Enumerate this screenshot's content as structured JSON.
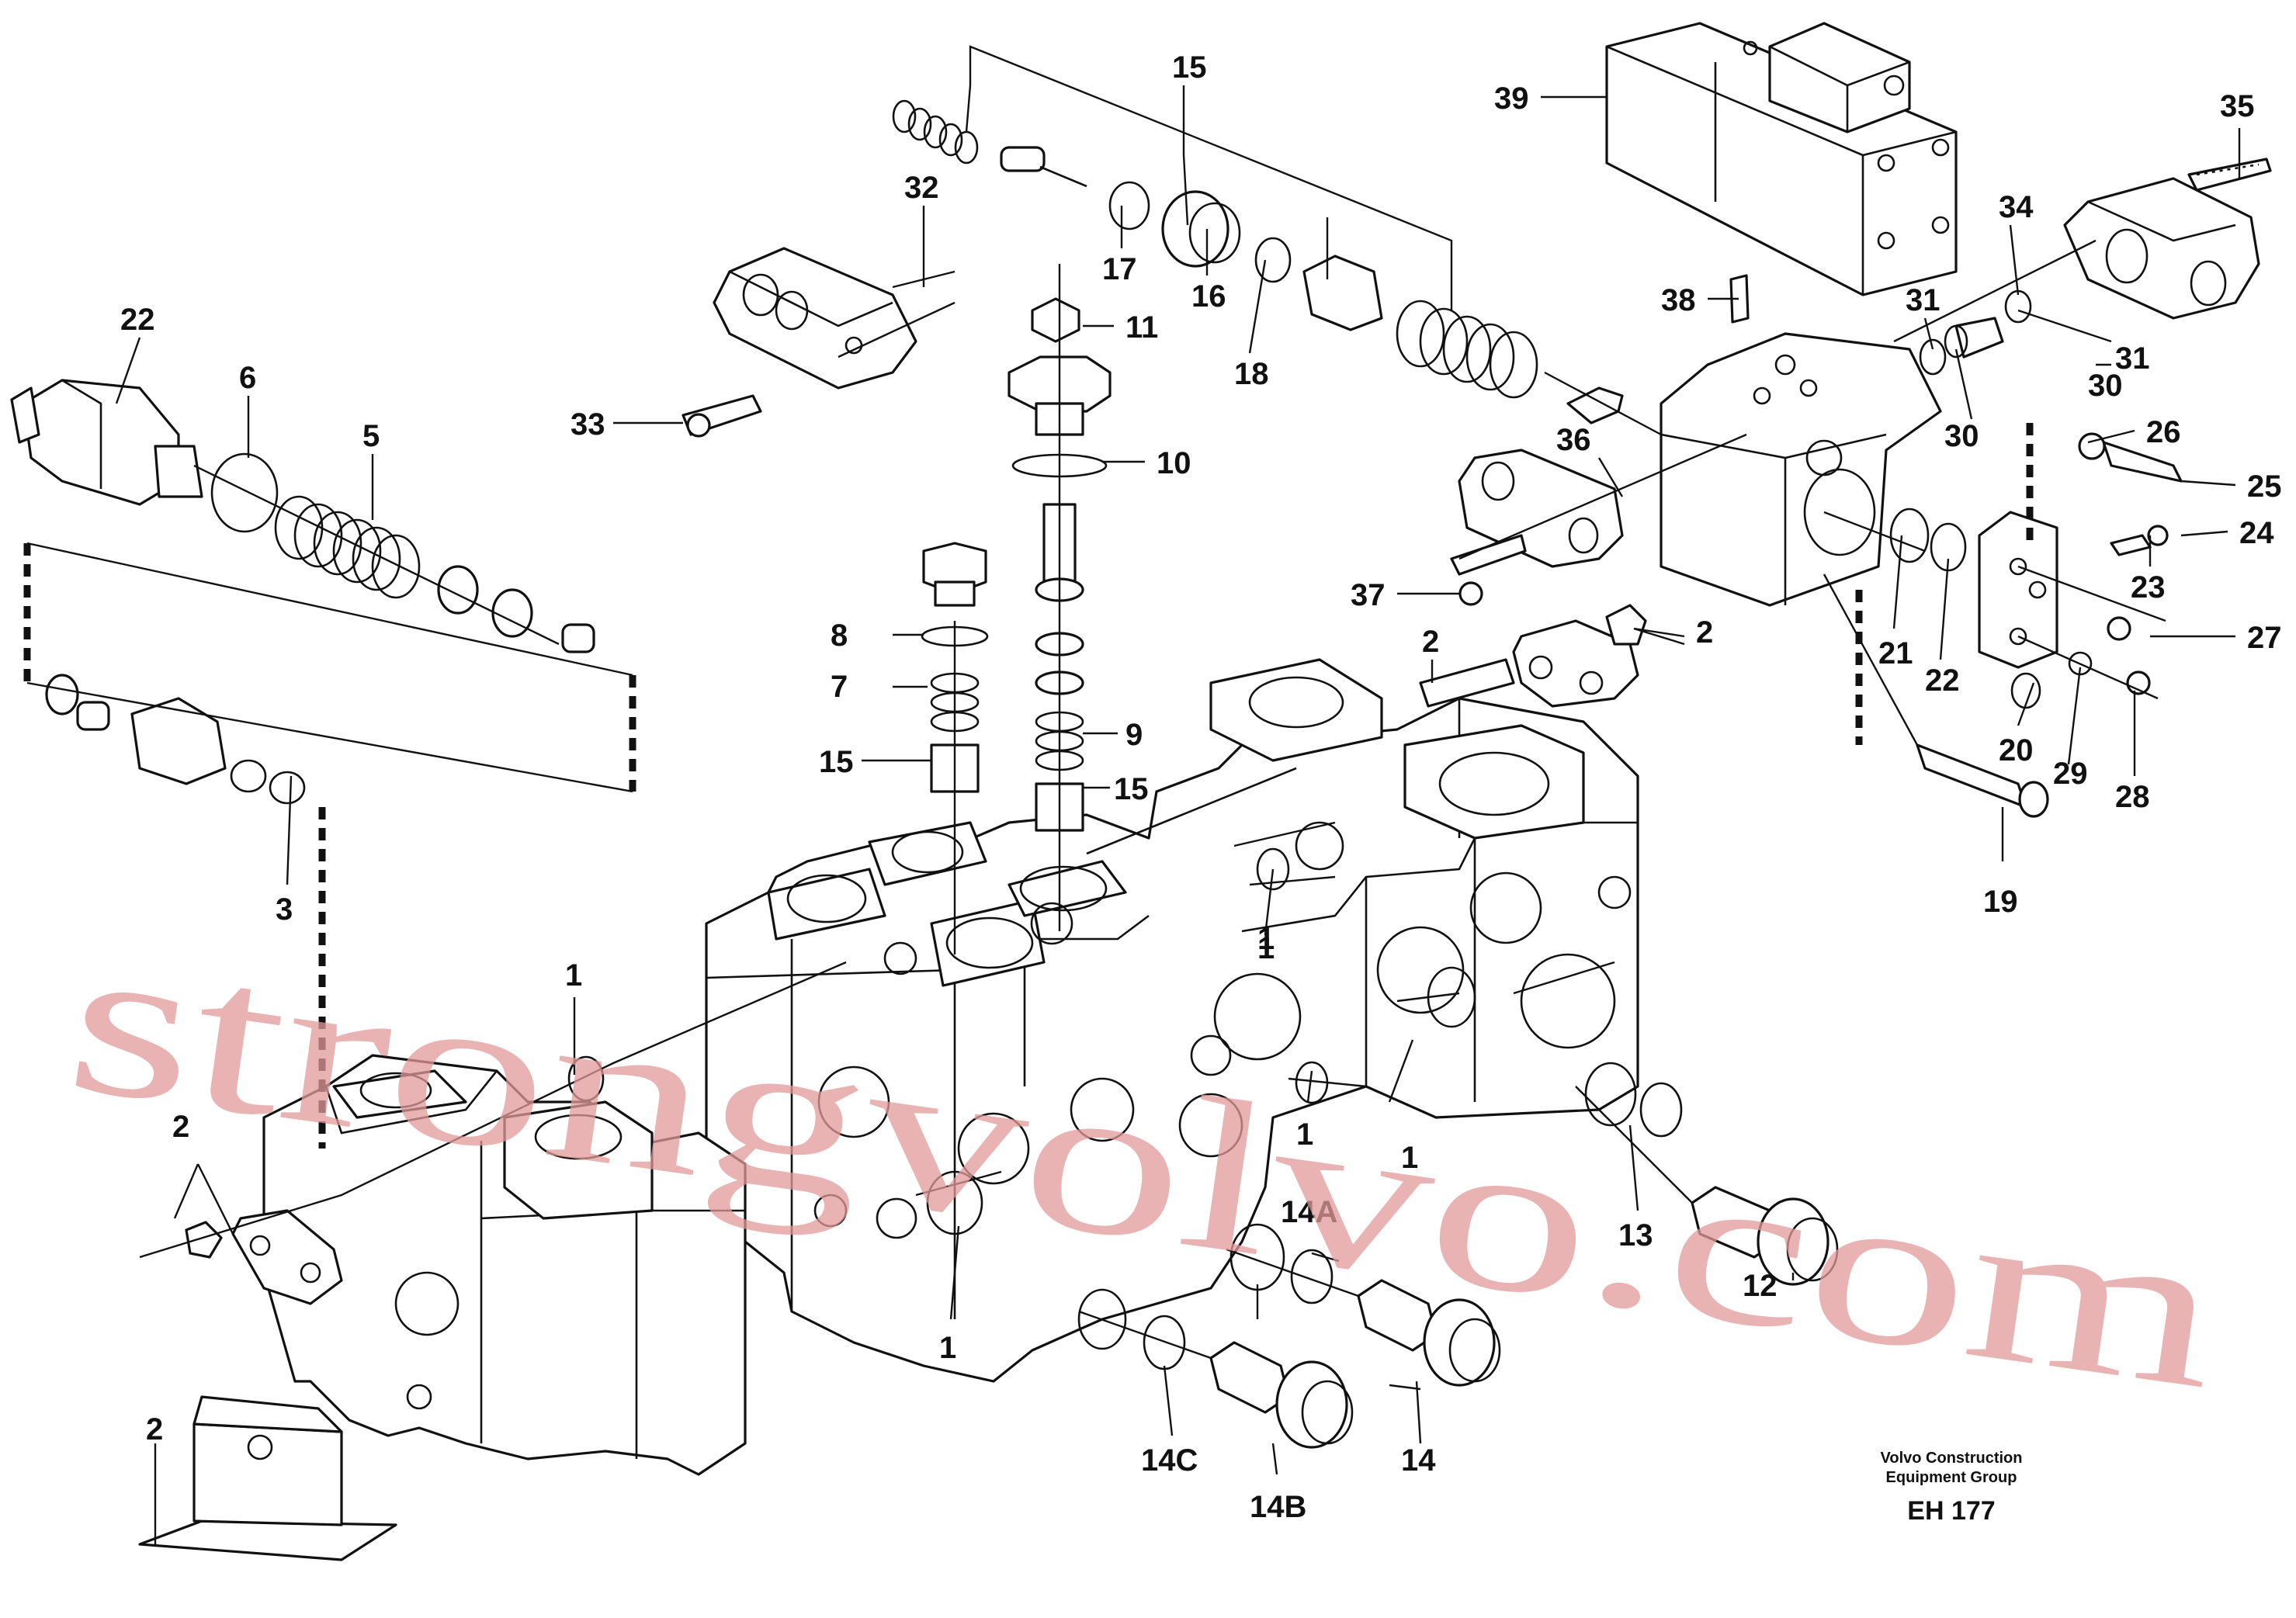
{
  "callouts": [
    {
      "id": "c15a",
      "text": "15"
    },
    {
      "id": "c39",
      "text": "39"
    },
    {
      "id": "c35",
      "text": "35"
    },
    {
      "id": "c32",
      "text": "32"
    },
    {
      "id": "c17",
      "text": "17"
    },
    {
      "id": "c16",
      "text": "16"
    },
    {
      "id": "c18",
      "text": "18"
    },
    {
      "id": "c34",
      "text": "34"
    },
    {
      "id": "c38",
      "text": "38"
    },
    {
      "id": "c31a",
      "text": "31"
    },
    {
      "id": "c31b",
      "text": "31"
    },
    {
      "id": "c30a",
      "text": "30"
    },
    {
      "id": "c30b",
      "text": "30"
    },
    {
      "id": "c22a",
      "text": "22"
    },
    {
      "id": "c6",
      "text": "6"
    },
    {
      "id": "c5",
      "text": "5"
    },
    {
      "id": "c11",
      "text": "11"
    },
    {
      "id": "c33",
      "text": "33"
    },
    {
      "id": "c10",
      "text": "10"
    },
    {
      "id": "c36",
      "text": "36"
    },
    {
      "id": "c26",
      "text": "26"
    },
    {
      "id": "c25",
      "text": "25"
    },
    {
      "id": "c24",
      "text": "24"
    },
    {
      "id": "c23",
      "text": "23"
    },
    {
      "id": "c37",
      "text": "37"
    },
    {
      "id": "c27",
      "text": "27"
    },
    {
      "id": "c8",
      "text": "8"
    },
    {
      "id": "c2a",
      "text": "2"
    },
    {
      "id": "c2b",
      "text": "2"
    },
    {
      "id": "c21",
      "text": "21"
    },
    {
      "id": "c22b",
      "text": "22"
    },
    {
      "id": "c7",
      "text": "7"
    },
    {
      "id": "c9",
      "text": "9"
    },
    {
      "id": "c15b",
      "text": "15"
    },
    {
      "id": "c15c",
      "text": "15"
    },
    {
      "id": "c20",
      "text": "20"
    },
    {
      "id": "c29",
      "text": "29"
    },
    {
      "id": "c28",
      "text": "28"
    },
    {
      "id": "c3",
      "text": "3"
    },
    {
      "id": "c19",
      "text": "19"
    },
    {
      "id": "c1a",
      "text": "1"
    },
    {
      "id": "c1b",
      "text": "1"
    },
    {
      "id": "c1c",
      "text": "1"
    },
    {
      "id": "c1d",
      "text": "1"
    },
    {
      "id": "c1e",
      "text": "1"
    },
    {
      "id": "c1f",
      "text": "1"
    },
    {
      "id": "c2c",
      "text": "2"
    },
    {
      "id": "c13",
      "text": "13"
    },
    {
      "id": "c12",
      "text": "12"
    },
    {
      "id": "c14a",
      "text": "14A"
    },
    {
      "id": "c14c",
      "text": "14C"
    },
    {
      "id": "c14",
      "text": "14"
    },
    {
      "id": "c14b",
      "text": "14B"
    },
    {
      "id": "c2d",
      "text": "2"
    }
  ],
  "footer": {
    "company_line1": "Volvo Construction",
    "company_line2": "Equipment Group",
    "code": "EH 177"
  },
  "watermark": "strongvolvo.com"
}
